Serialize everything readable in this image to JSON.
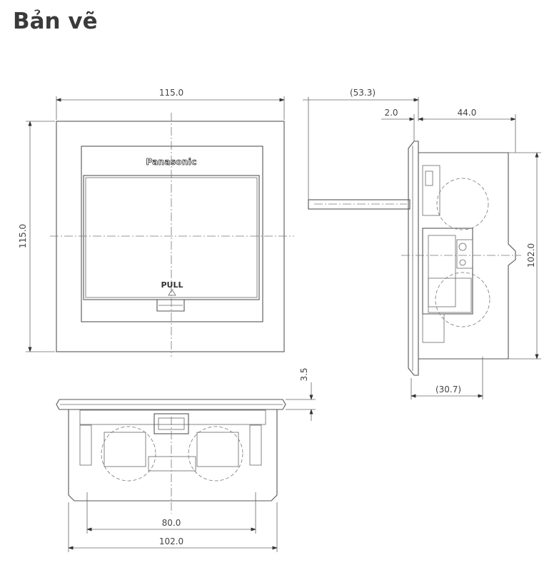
{
  "title": "Bản vẽ",
  "front_view": {
    "brand": "Panasonic",
    "pull_label": "PULL",
    "width_label": "115.0",
    "height_label": "115.0"
  },
  "side_view": {
    "overall_depth_label": "(53.3)",
    "plate_thickness_label": "2.0",
    "box_depth_label": "44.0",
    "box_height_label": "102.0",
    "protrusion_label": "(30.7)"
  },
  "bottom_view": {
    "plate_offset_label": "3.5",
    "inner_width_label": "80.0",
    "box_width_label": "102.0"
  }
}
